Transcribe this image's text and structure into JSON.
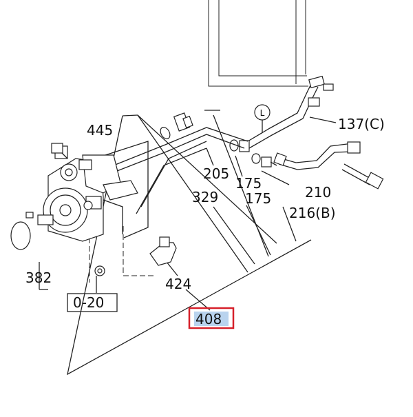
{
  "diagram": {
    "callouts": [
      {
        "id": "445",
        "text": "445"
      },
      {
        "id": "137c",
        "text": "137(C)"
      },
      {
        "id": "205",
        "text": "205"
      },
      {
        "id": "175a",
        "text": "175"
      },
      {
        "id": "210",
        "text": "210"
      },
      {
        "id": "329",
        "text": "329"
      },
      {
        "id": "175b",
        "text": "175"
      },
      {
        "id": "216b",
        "text": "216(B)"
      },
      {
        "id": "382",
        "text": "382"
      },
      {
        "id": "424",
        "text": "424"
      },
      {
        "id": "020",
        "text": "0-20"
      },
      {
        "id": "408",
        "text": "408"
      },
      {
        "id": "L",
        "text": "L"
      }
    ],
    "highlight": {
      "part": "408",
      "frame_color": "#d6202a",
      "fill_color": "#b9d3ee"
    }
  }
}
